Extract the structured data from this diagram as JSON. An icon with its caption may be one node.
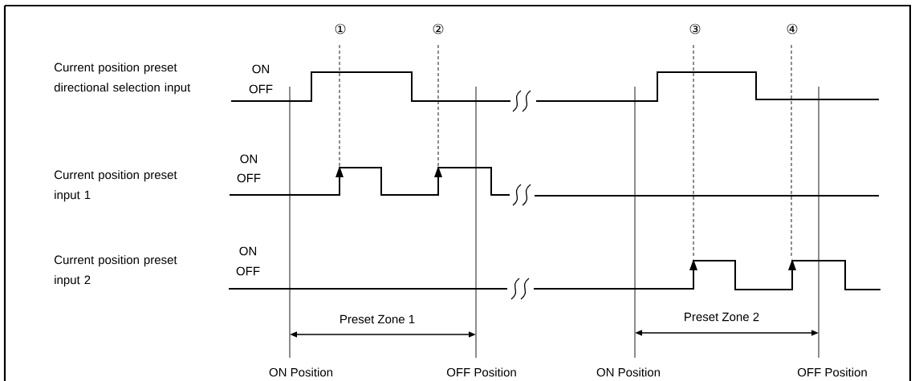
{
  "diagram": {
    "labels": [
      "①",
      "②",
      "③",
      "④",
      "Current position preset directional selection input",
      "ON",
      "OFF",
      "Current position preset input 1",
      "ON",
      "OFF",
      "Current position preset input 2",
      "ON",
      "OFF",
      "Preset Zone 1",
      "Preset Zone 2",
      "ON Position",
      "OFF Position",
      "ON Position",
      "OFF Position"
    ]
  }
}
